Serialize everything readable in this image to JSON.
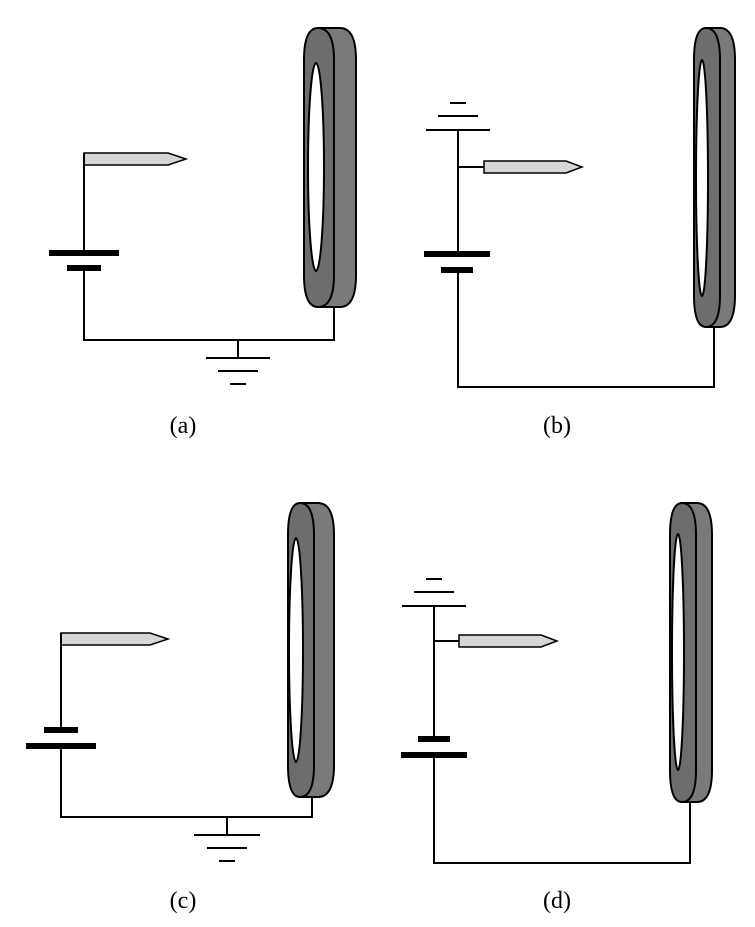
{
  "panels": [
    {
      "id": "a",
      "caption": "(a)"
    },
    {
      "id": "b",
      "caption": "(b)"
    },
    {
      "id": "c",
      "caption": "(c)"
    },
    {
      "id": "d",
      "caption": "(d)"
    }
  ],
  "colors": {
    "wire": "#000000",
    "needle_fill": "#d6d6d6",
    "ring_fill": "#7a7a7a",
    "background": "#ffffff"
  }
}
